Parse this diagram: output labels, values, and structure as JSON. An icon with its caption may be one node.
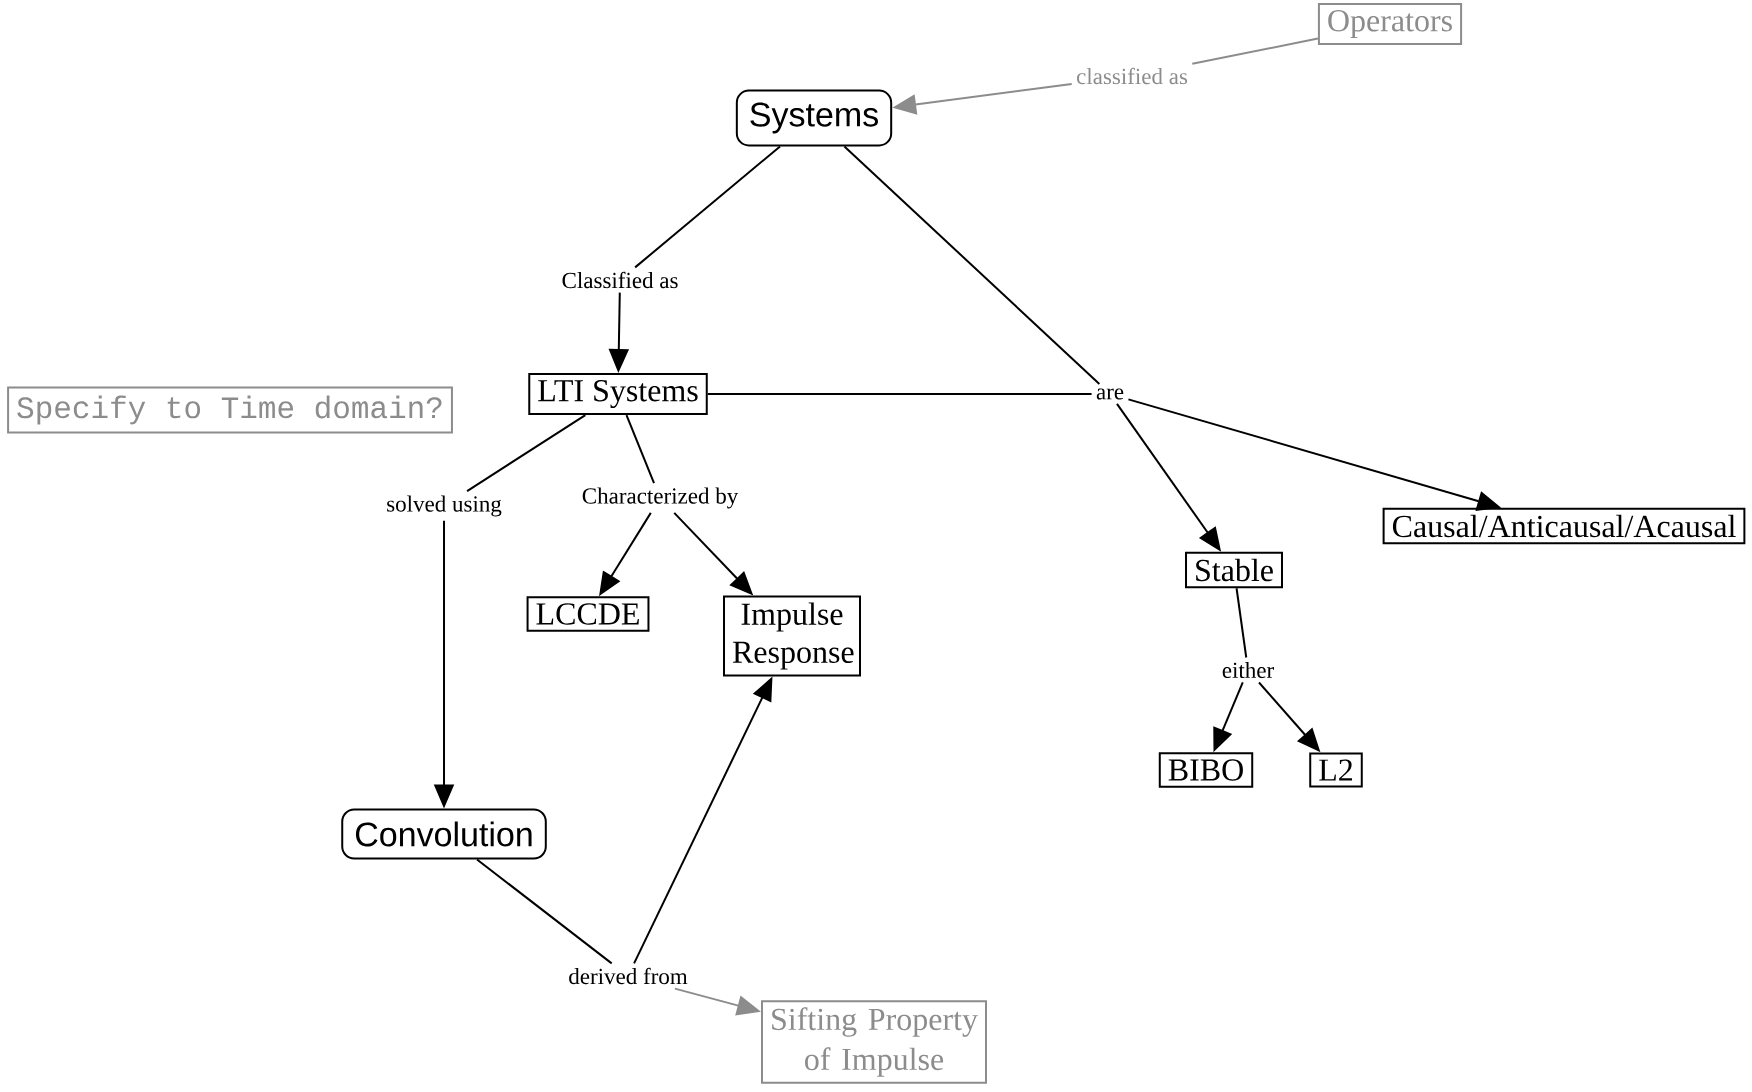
{
  "diagram": {
    "nodes": [
      {
        "text": [
          "Operators"
        ]
      },
      {
        "text": [
          "classified as"
        ]
      },
      {
        "text": [
          "Systems"
        ]
      },
      {
        "text": [
          "Classified as"
        ]
      },
      {
        "text": [
          "LTI Systems"
        ]
      },
      {
        "text": [
          "are"
        ]
      },
      {
        "text": [
          "Specify to Time domain?"
        ]
      },
      {
        "text": [
          "Causal/Anticausal/Acausal"
        ]
      },
      {
        "text": [
          "solved using"
        ]
      },
      {
        "text": [
          "Characterized by"
        ]
      },
      {
        "text": [
          "Stable"
        ]
      },
      {
        "text": [
          "LCCDE"
        ]
      },
      {
        "text": [
          "Impulse Response"
        ]
      },
      {
        "text": [
          "either"
        ]
      },
      {
        "text": [
          "BIBO"
        ]
      },
      {
        "text": [
          "L2"
        ]
      },
      {
        "text": [
          "Convolution"
        ]
      },
      {
        "text": [
          "derived from"
        ]
      },
      {
        "text": [
          "Sifting Property of Impulse"
        ]
      }
    ],
    "edges": [
      {
        "from": 0,
        "to": 1,
        "arrow": "none",
        "color": "#8c8c8c"
      },
      {
        "from": 1,
        "to": 2,
        "arrow": "to",
        "color": "#8c8c8c"
      },
      {
        "from": 2,
        "to": 3,
        "arrow": "none"
      },
      {
        "from": 3,
        "to": 4,
        "arrow": "to"
      },
      {
        "from": 2,
        "to": 5,
        "arrow": "none"
      },
      {
        "from": 4,
        "to": 5,
        "arrow": "none"
      },
      {
        "from": 5,
        "to": 10,
        "arrow": "to"
      },
      {
        "from": 5,
        "to": 7,
        "arrow": "to"
      },
      {
        "from": 4,
        "to": 8,
        "arrow": "none"
      },
      {
        "from": 8,
        "to": 16,
        "arrow": "to"
      },
      {
        "from": 4,
        "to": 9,
        "arrow": "none"
      },
      {
        "from": 9,
        "to": 11,
        "arrow": "to"
      },
      {
        "from": 9,
        "to": 12,
        "arrow": "to"
      },
      {
        "from": 10,
        "to": 13,
        "arrow": "none"
      },
      {
        "from": 13,
        "to": 14,
        "arrow": "to"
      },
      {
        "from": 13,
        "to": 15,
        "arrow": "to"
      },
      {
        "from": 16,
        "to": 17,
        "arrow": "none"
      },
      {
        "from": 17,
        "to": 12,
        "arrow": "to"
      },
      {
        "from": 17,
        "to": 18,
        "arrow": "to",
        "color": "#8c8c8c"
      }
    ]
  }
}
